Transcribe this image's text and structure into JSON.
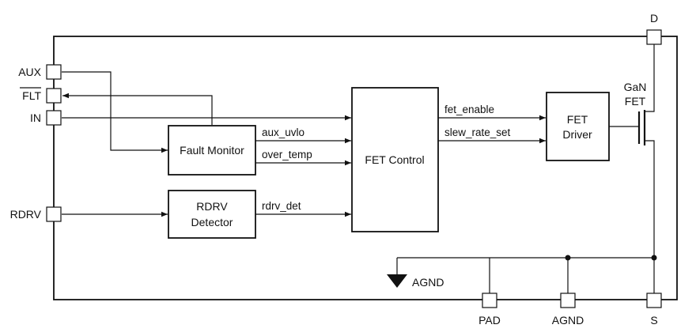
{
  "pins": {
    "aux": "AUX",
    "flt": "FLT",
    "in": "IN",
    "rdrv": "RDRV",
    "d": "D",
    "s": "S",
    "pad": "PAD",
    "agnd": "AGND"
  },
  "blocks": {
    "fault_monitor": "Fault Monitor",
    "rdrv_detector_line1": "RDRV",
    "rdrv_detector_line2": "Detector",
    "fet_control": "FET Control",
    "fet_driver_line1": "FET",
    "fet_driver_line2": "Driver"
  },
  "signals": {
    "aux_uvlo": "aux_uvlo",
    "over_temp": "over_temp",
    "rdrv_det": "rdrv_det",
    "fet_enable": "fet_enable",
    "slew_rate_set": "slew_rate_set"
  },
  "transistor": {
    "line1": "GaN",
    "line2": "FET"
  },
  "ground": {
    "label": "AGND"
  }
}
